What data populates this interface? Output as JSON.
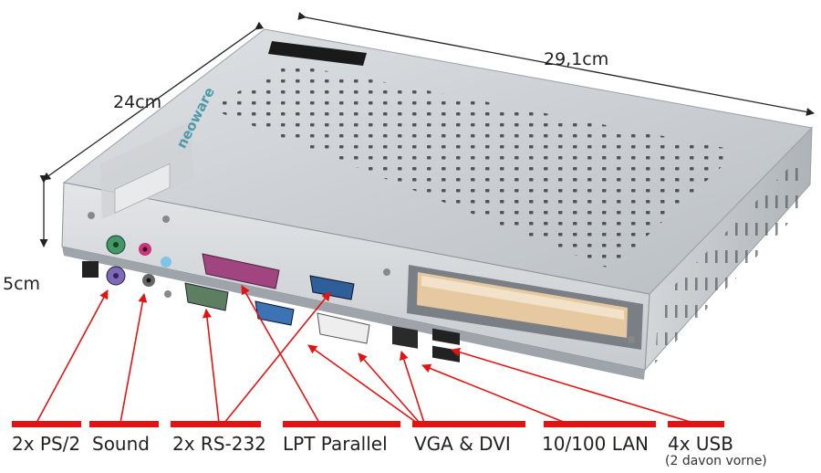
{
  "dimensions": {
    "width": "29,1cm",
    "depth": "24cm",
    "height": "5cm"
  },
  "brand": "neoware",
  "port_labels": [
    {
      "label": "2x PS/2"
    },
    {
      "label": "Sound"
    },
    {
      "label": "2x RS-232"
    },
    {
      "label": "LPT Parallel"
    },
    {
      "label": "VGA & DVI"
    },
    {
      "label": "10/100 LAN"
    },
    {
      "label": "4x USB",
      "note": "(2 davon vorne)"
    }
  ],
  "colors": {
    "accent_red": "#e31313",
    "case_silver": "#c9cdd1",
    "ps2_green": "#3f9a63",
    "ps2_purple": "#7d69b8",
    "lpt_magenta": "#a0457f",
    "vga_blue": "#3b73b4",
    "serial_green": "#5e7e62"
  }
}
